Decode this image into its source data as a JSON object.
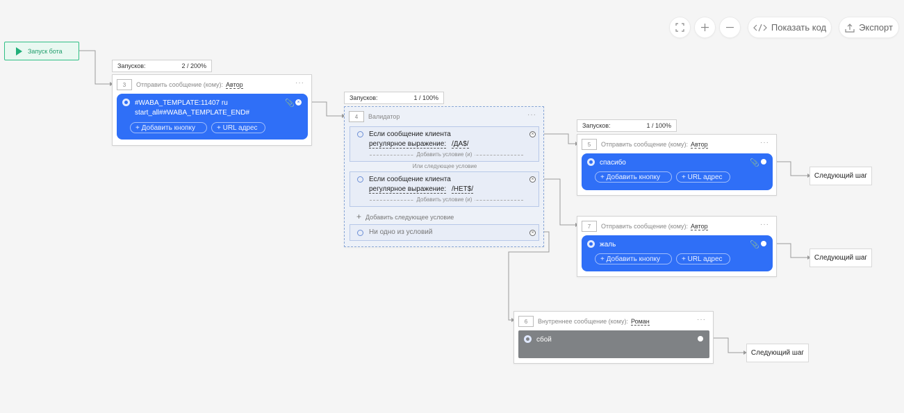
{
  "toolbar": {
    "fullscreen_icon": "fullscreen-icon",
    "zoom_in_icon": "plus-icon",
    "zoom_out_icon": "minus-icon",
    "show_code_label": "Показать код",
    "export_label": "Экспорт"
  },
  "start": {
    "label": "Запуск бота"
  },
  "colors": {
    "accent": "#2f6ff7",
    "start_green": "#2fbf85",
    "gray_message": "#7f8285"
  },
  "steps": {
    "s3": {
      "counter_label": "Запусков:",
      "counter_value": "2 / 200%",
      "num": "3",
      "title": "Отправить сообщение (кому):",
      "owner": "Автор",
      "text_line1": "#WABA_TEMPLATE:11407 ru",
      "text_line2": "start_all##WABA_TEMPLATE_END#",
      "add_button": "+ Добавить кнопку",
      "url_button": "+ URL адрес"
    },
    "s4": {
      "counter_label": "Запусков:",
      "counter_value": "1 / 100%",
      "num": "4",
      "title": "Валидатор",
      "cond1_title": "Если сообщение клиента",
      "cond1_rule": "регулярное выражение:",
      "cond1_value": "/ДА$/",
      "cond2_title": "Если сообщение клиента",
      "cond2_rule": "регулярное выражение:",
      "cond2_value": "/НЕТ$/",
      "add_condition_and": "Добавить условие (и)",
      "or_next": "Или следующее условие",
      "add_next": "Добавить следующее условие",
      "none": "Ни одно из условий"
    },
    "s5": {
      "counter_label": "Запусков:",
      "counter_value": "1 / 100%",
      "num": "5",
      "title": "Отправить сообщение (кому):",
      "owner": "Автор",
      "text": "спасибо",
      "add_button": "+ Добавить кнопку",
      "url_button": "+ URL адрес"
    },
    "s7": {
      "num": "7",
      "title": "Отправить сообщение (кому):",
      "owner": "Автор",
      "text": "жаль",
      "add_button": "+ Добавить кнопку",
      "url_button": "+ URL адрес"
    },
    "s6": {
      "num": "6",
      "title": "Внутреннее сообщение (кому):",
      "owner": "Роман",
      "text": "сбой"
    }
  },
  "next_step_label": "Следующий шаг",
  "card_menu": "···"
}
